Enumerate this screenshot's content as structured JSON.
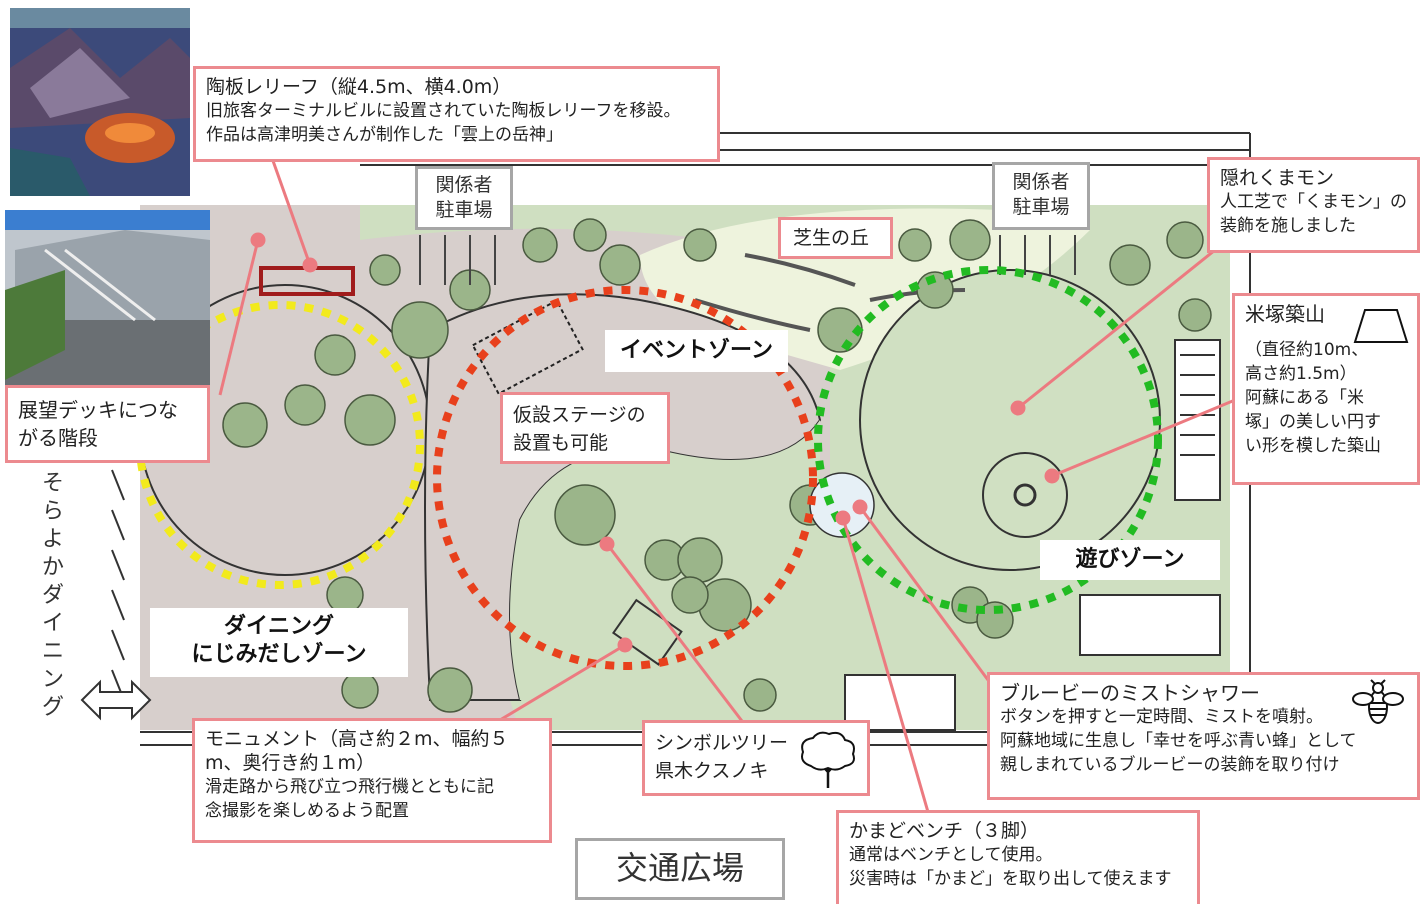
{
  "labels": {
    "parking1": [
      "関係者",
      "駐車場"
    ],
    "parking2": [
      "関係者",
      "駐車場"
    ],
    "hill": "芝生の丘",
    "event_zone": "イベントゾーン",
    "play_zone": "遊びゾーン",
    "dining_zone": [
      "ダイニング",
      "にじみだしゾーン"
    ],
    "transport_plaza": "交通広場",
    "soyoka_dining": [
      "そ",
      "ら",
      "よ",
      "か",
      "ダ",
      "イ",
      "ニ",
      "ン",
      "グ"
    ]
  },
  "callouts": {
    "relief": {
      "title": "陶板レリーフ（縦4.5m、横4.0m）",
      "body": [
        "旧旅客ターミナルビルに設置されていた陶板レリーフを移設。",
        "作品は高津明美さんが制作した「雲上の岳神」"
      ]
    },
    "kumamon": {
      "title": "隠れくまモン",
      "body": [
        "人工芝で「くまモン」の",
        "装飾を施しました"
      ]
    },
    "yonezuka": {
      "title": "米塚築山",
      "body": [
        "（直径約10m、",
        "高さ約1.5m）",
        "阿蘇にある「米",
        "塚」の美しい円す",
        "い形を模した築山"
      ]
    },
    "stairs": {
      "body": [
        "展望デッキにつな",
        "がる階段"
      ]
    },
    "stage": {
      "body": [
        "仮設ステージの",
        "設置も可能"
      ]
    },
    "monument": {
      "title": "モニュメント（高さ約２m、幅約５",
      "body": [
        "m、奥行き約１m）",
        "滑走路から飛び立つ飛行機とともに記",
        "念撮影を楽しめるよう配置"
      ]
    },
    "symbol_tree": {
      "body": [
        "シンボルツリー",
        "県木クスノキ"
      ]
    },
    "bluebee": {
      "title": "ブルービーのミストシャワー",
      "body": [
        "ボタンを押すと一定時間、ミストを噴射。",
        "阿蘇地域に生息し「幸せを呼ぶ青い蜂」として",
        "親しまれているブルービーの装飾を取り付け"
      ]
    },
    "kamado": {
      "title": "かまどベンチ（３脚）",
      "body": [
        "通常はベンチとして使用。",
        "災害時は「かまど」を取り出して使えます"
      ]
    }
  },
  "icons": [
    "tree-icon",
    "bee-icon",
    "cone-icon",
    "double-arrow-icon"
  ],
  "colors": {
    "callout_border": "#ec8a8f",
    "leader_line": "#ec7a80",
    "event_ring": "#e8401c",
    "play_ring": "#22bb22",
    "dining_ring": "#f2ea1c",
    "lawn": "#cfe0c0",
    "paving": "#d6cdca",
    "hill": "#eef3dc"
  }
}
